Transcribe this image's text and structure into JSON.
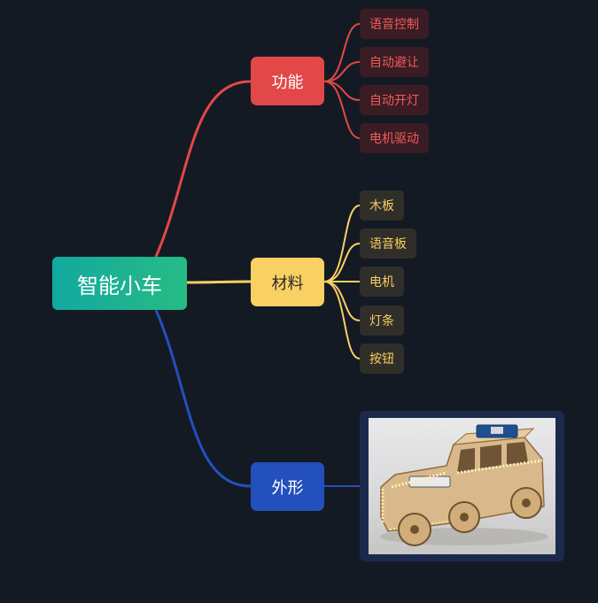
{
  "root": {
    "label": "智能小车"
  },
  "branches": [
    {
      "label": "功能",
      "color": "#e24848",
      "children": [
        "语音控制",
        "自动避让",
        "自动开灯",
        "电机驱动"
      ]
    },
    {
      "label": "材料",
      "color": "#f9d062",
      "children": [
        "木板",
        "语音板",
        "电机",
        "灯条",
        "按钮"
      ]
    },
    {
      "label": "外形",
      "color": "#2450bd",
      "image": "wooden-smart-car-photo"
    }
  ]
}
